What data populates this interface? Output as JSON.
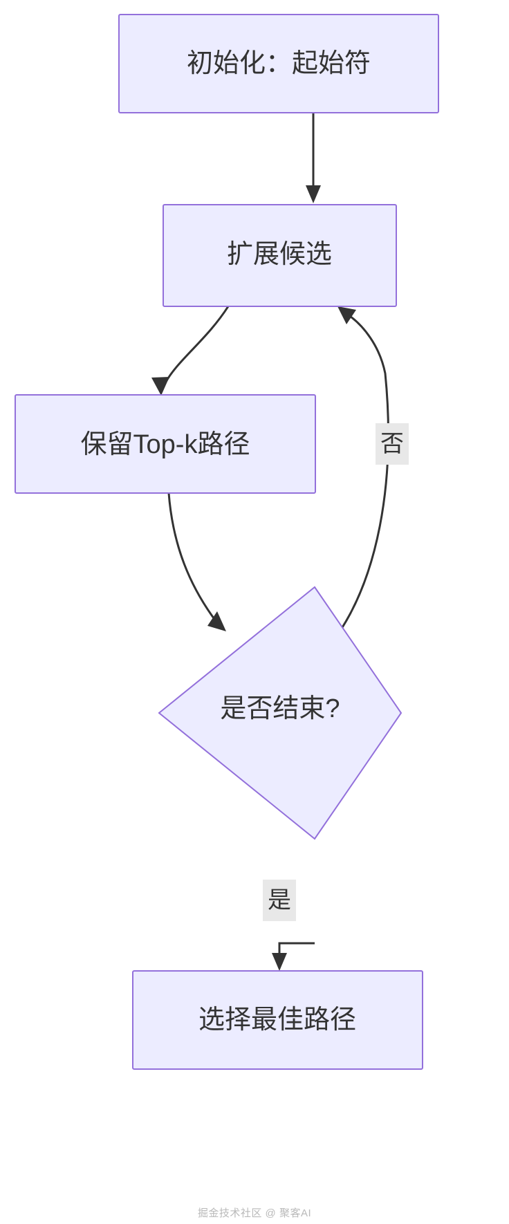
{
  "diagram": {
    "type": "flowchart",
    "direction": "top-to-bottom",
    "theme": {
      "node_fill": "#ececff",
      "node_stroke": "#9370db",
      "edge_stroke": "#333333",
      "label_text": "#333333",
      "edge_label_bg": "#e8e8e8",
      "background": "#ffffff"
    },
    "nodes": [
      {
        "id": "init",
        "shape": "rectangle",
        "label": "初始化：起始符"
      },
      {
        "id": "expand",
        "shape": "rectangle",
        "label": "扩展候选"
      },
      {
        "id": "topk",
        "shape": "rectangle",
        "label": "保留Top-k路径"
      },
      {
        "id": "decide",
        "shape": "diamond",
        "label": "是否结束?"
      },
      {
        "id": "best",
        "shape": "rectangle",
        "label": "选择最佳路径"
      }
    ],
    "edges": [
      {
        "from": "init",
        "to": "expand",
        "label": ""
      },
      {
        "from": "expand",
        "to": "topk",
        "label": ""
      },
      {
        "from": "topk",
        "to": "decide",
        "label": ""
      },
      {
        "from": "decide",
        "to": "expand",
        "label": "否"
      },
      {
        "from": "decide",
        "to": "best",
        "label": "是"
      }
    ]
  },
  "watermark": {
    "text": "掘金技术社区 @ 聚客AI"
  }
}
